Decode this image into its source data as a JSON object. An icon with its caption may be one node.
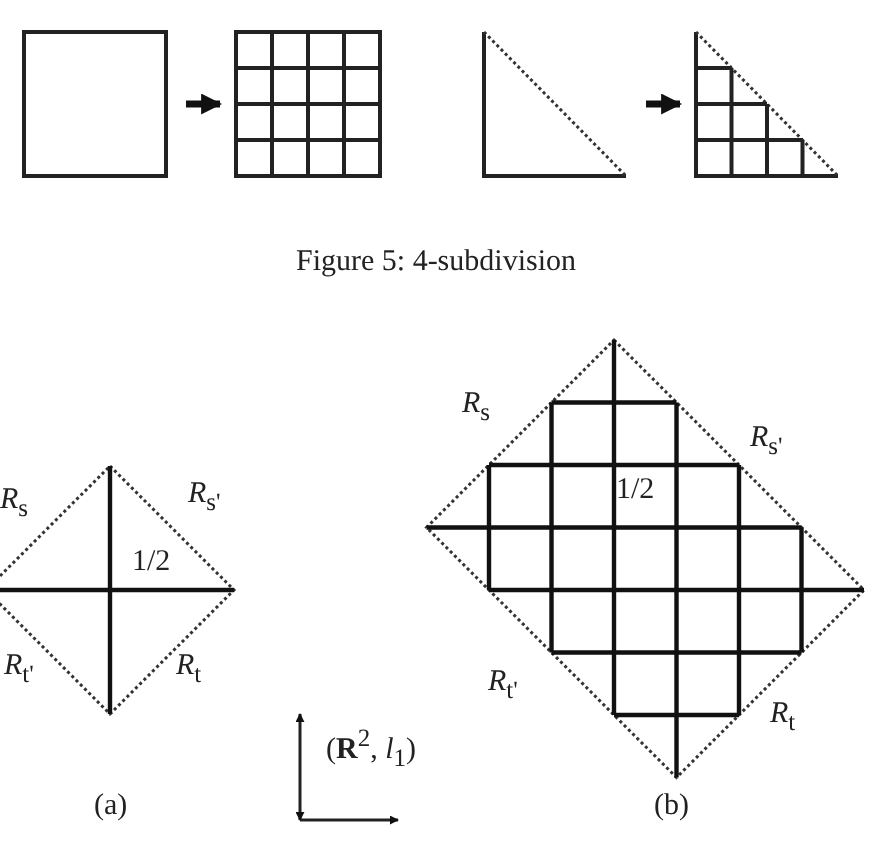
{
  "diagram": {
    "caption": "Figure 5: 4-subdivision",
    "nodes": [
      {
        "text": [],
        "shape": "box"
      },
      {
        "text": [],
        "shape": "box"
      },
      {
        "text": [],
        "shape": "triangle"
      },
      {
        "text": [],
        "shape": "triangle"
      }
    ],
    "edges": [
      {
        "from": 0,
        "to": 1,
        "arrow": "to"
      },
      {
        "from": 2,
        "to": 3,
        "arrow": "to"
      }
    ],
    "labels": [
      "*R*$_{s}$",
      "*R*$_{s'}$",
      "1/2",
      "*R*$_{t'}$",
      "*R*$_{t}$",
      "(a)",
      "(**R**$^{2}$, *l*$_{1}$)",
      "*R*$_{s}$",
      "*R*$_{s'}$",
      "1/2",
      "*R*$_{t'}$",
      "*R*$_{t}$",
      "(b)"
    ]
  }
}
